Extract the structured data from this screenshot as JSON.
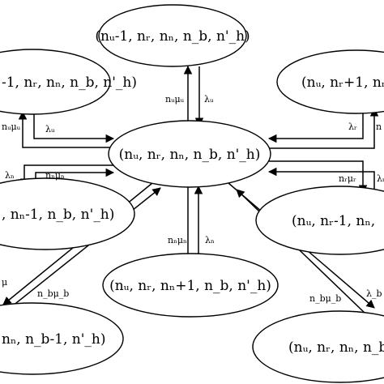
{
  "states": {
    "center": "(nᵤ, nᵣ, nₙ, n_b, n'_h)",
    "top": "(nᵤ-1, nᵣ, nₙ, n_b, n'_h)",
    "upper_left": "-1, nᵣ, nₙ, n_b, n'_h)",
    "upper_right": "(nᵤ, nᵣ+1, nₙ,",
    "mid_left": ", nₙ-1, n_b, n'_h)",
    "mid_right": "(nᵤ, nᵣ-1, nₙ,",
    "bottom": "(nᵤ, nᵣ, nₙ+1, n_b, n'_h)",
    "lower_left": "nₙ, n_b-1, n'_h)",
    "lower_right": "(nᵤ, nᵣ, nₙ, n_b +"
  },
  "rates": {
    "top_out": "nᵤμᵤ",
    "top_in": "λᵤ",
    "upper_left_out": "nᵤμᵤ",
    "upper_left_in": "λᵤ",
    "upper_right_in": "λᵣ",
    "upper_right_out": "n",
    "mid_left_in": "λₙ",
    "mid_left_out": "nₙμₙ",
    "mid_right_out": "nᵣμᵣ",
    "mid_right_in": "λᵣ",
    "bottom_out": "nₙμₙ",
    "bottom_in": "λₙ",
    "lower_left_out": "n_bμ_b",
    "lower_left_in": "μ",
    "lower_right_out": "n_bμ_b",
    "lower_right_in": "λ_b"
  }
}
